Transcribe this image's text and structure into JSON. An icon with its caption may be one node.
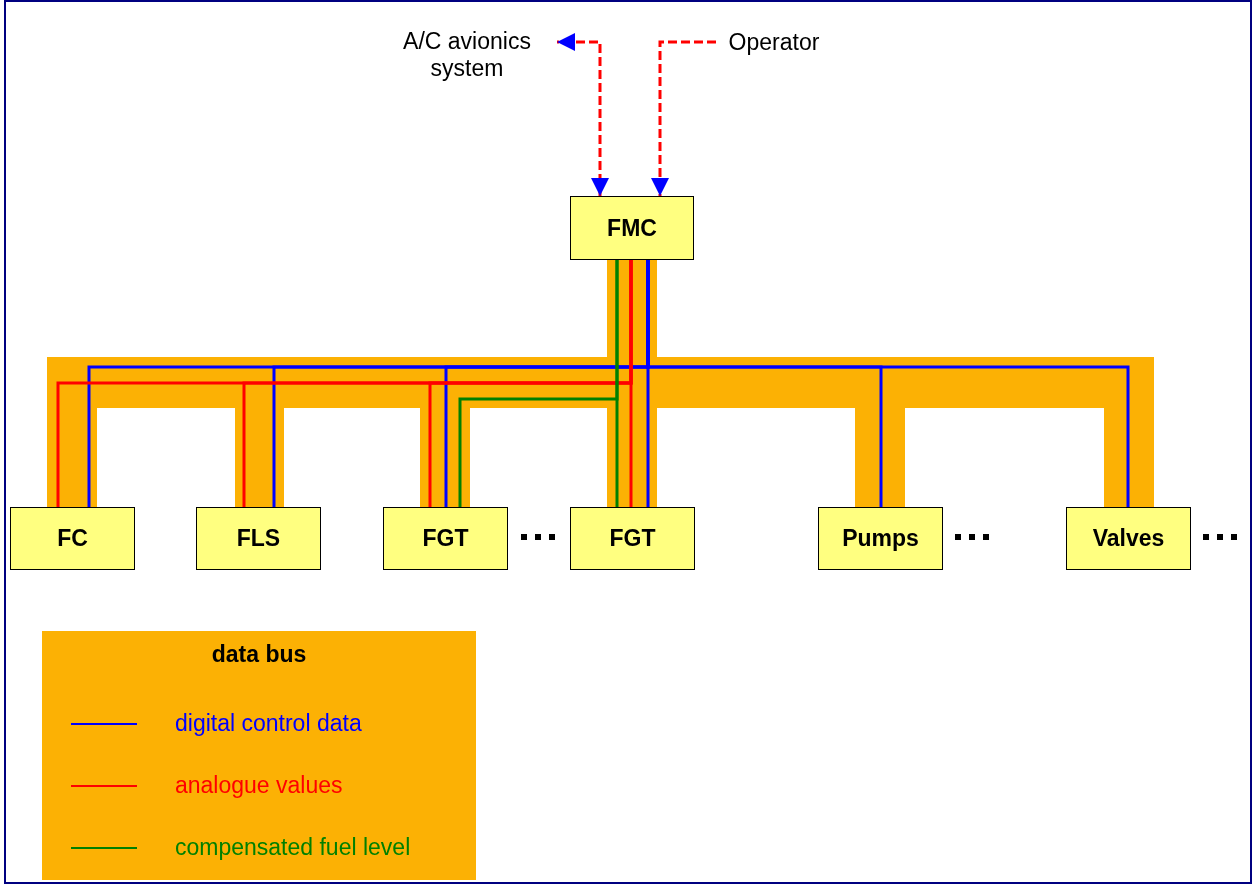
{
  "diagram": {
    "nodes": [
      {
        "text": [
          "A/C avionics system"
        ]
      },
      {
        "text": [
          "Operator"
        ]
      },
      {
        "text": [
          "FMC"
        ]
      },
      {
        "text": [
          "FC"
        ]
      },
      {
        "text": [
          "FLS"
        ]
      },
      {
        "text": [
          "FGT"
        ]
      },
      {
        "text": [
          "FGT"
        ]
      },
      {
        "text": [
          "Pumps"
        ]
      },
      {
        "text": [
          "Valves"
        ]
      }
    ],
    "edges": [
      {
        "from": 2,
        "to": 0,
        "arrow": "both",
        "style": "dashed",
        "color": "#ff0000"
      },
      {
        "from": 1,
        "to": 2,
        "arrow": "to",
        "style": "dashed",
        "color": "#ff0000"
      },
      {
        "from": 2,
        "to": 3,
        "arrow": "none",
        "color": "#0000ff"
      },
      {
        "from": 2,
        "to": 4,
        "arrow": "none",
        "color": "#0000ff"
      },
      {
        "from": 2,
        "to": 5,
        "arrow": "none",
        "color": "#0000ff"
      },
      {
        "from": 2,
        "to": 6,
        "arrow": "none",
        "color": "#0000ff"
      },
      {
        "from": 2,
        "to": 7,
        "arrow": "none",
        "color": "#0000ff"
      },
      {
        "from": 2,
        "to": 8,
        "arrow": "none",
        "color": "#0000ff"
      },
      {
        "from": 2,
        "to": 3,
        "arrow": "none",
        "color": "#ff0000"
      },
      {
        "from": 2,
        "to": 4,
        "arrow": "none",
        "color": "#ff0000"
      },
      {
        "from": 2,
        "to": 5,
        "arrow": "none",
        "color": "#ff0000"
      },
      {
        "from": 2,
        "to": 6,
        "arrow": "none",
        "color": "#ff0000"
      },
      {
        "from": 2,
        "to": 5,
        "arrow": "none",
        "color": "#008000"
      },
      {
        "from": 2,
        "to": 6,
        "arrow": "none",
        "color": "#008000"
      }
    ],
    "legend": [
      {
        "text": "data bus",
        "color": "#fcb104"
      },
      {
        "text": "digital control data",
        "color": "#0000ff"
      },
      {
        "text": "analogue values",
        "color": "#ff0000"
      },
      {
        "text": "compensated fuel level",
        "color": "#008000"
      }
    ]
  }
}
